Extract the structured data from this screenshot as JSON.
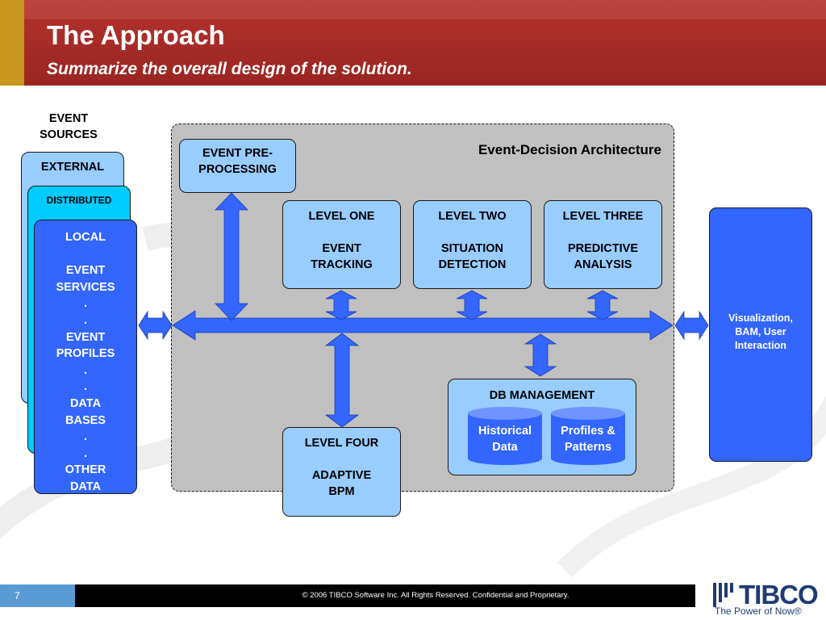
{
  "header": {
    "title": "The Approach",
    "subtitle": "Summarize the overall design of the solution."
  },
  "event_sources": {
    "title_line1": "EVENT",
    "title_line2": "SOURCES",
    "external": "EXTERNAL",
    "distributed": "DISTRIBUTED",
    "local": [
      "LOCAL",
      "",
      "EVENT",
      "SERVICES",
      ".",
      ".",
      "EVENT",
      "PROFILES",
      ".",
      ".",
      "DATA",
      "BASES",
      ".",
      ".",
      "OTHER",
      "DATA"
    ]
  },
  "architecture": {
    "title": "Event-Decision Architecture",
    "pre_processing": [
      "EVENT PRE-",
      "PROCESSING"
    ],
    "level_one": [
      "LEVEL ONE",
      "",
      "EVENT",
      "TRACKING"
    ],
    "level_two": [
      "LEVEL TWO",
      "",
      "SITUATION",
      "DETECTION"
    ],
    "level_three": [
      "LEVEL THREE",
      "",
      "PREDICTIVE",
      "ANALYSIS"
    ],
    "level_four": [
      "LEVEL FOUR",
      "",
      "ADAPTIVE",
      "BPM"
    ],
    "db_management": {
      "title": "DB MANAGEMENT",
      "historical": [
        "Historical",
        "Data"
      ],
      "profiles": [
        "Profiles &",
        "Patterns"
      ]
    }
  },
  "visualization": [
    "Visualization,",
    "BAM, User",
    "Interaction"
  ],
  "footer": {
    "page_number": "7",
    "copyright": "© 2006 TIBCO Software Inc. All Rights Reserved. Confidential and Proprietary.",
    "logo": "TIBCO",
    "tagline": "The Power of Now®"
  },
  "colors": {
    "header_red": "#a32a25",
    "header_gold": "#c9971d",
    "arrow_blue": "#3366ff",
    "light_blue": "#99ccff",
    "cyan": "#00ccff",
    "panel_gray": "#c0c0c0"
  }
}
